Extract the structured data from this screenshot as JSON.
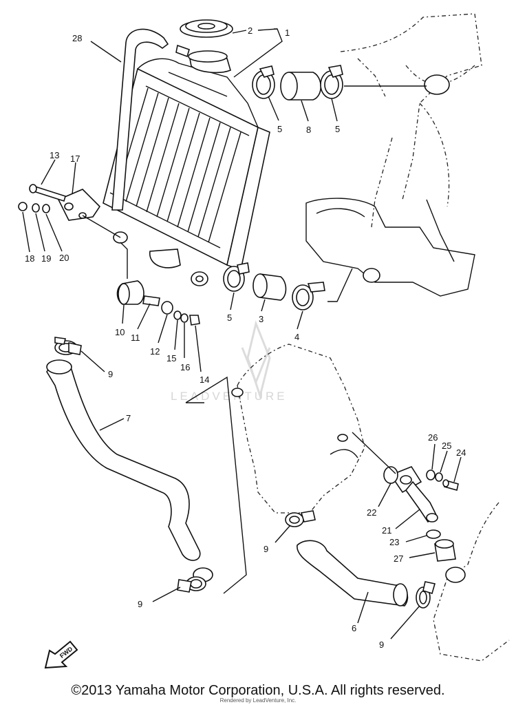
{
  "diagram": {
    "callouts": [
      {
        "id": "c28",
        "text": "28"
      },
      {
        "id": "c2",
        "text": "2"
      },
      {
        "id": "c1",
        "text": "1"
      },
      {
        "id": "c5a",
        "text": "5"
      },
      {
        "id": "c8",
        "text": "8"
      },
      {
        "id": "c5b",
        "text": "5"
      },
      {
        "id": "c13",
        "text": "13"
      },
      {
        "id": "c17",
        "text": "17"
      },
      {
        "id": "c18",
        "text": "18"
      },
      {
        "id": "c19",
        "text": "19"
      },
      {
        "id": "c20",
        "text": "20"
      },
      {
        "id": "c5c",
        "text": "5"
      },
      {
        "id": "c3",
        "text": "3"
      },
      {
        "id": "c4",
        "text": "4"
      },
      {
        "id": "c10",
        "text": "10"
      },
      {
        "id": "c11",
        "text": "11"
      },
      {
        "id": "c12",
        "text": "12"
      },
      {
        "id": "c15",
        "text": "15"
      },
      {
        "id": "c16",
        "text": "16"
      },
      {
        "id": "c14",
        "text": "14"
      },
      {
        "id": "c9a",
        "text": "9"
      },
      {
        "id": "c7",
        "text": "7"
      },
      {
        "id": "c26",
        "text": "26"
      },
      {
        "id": "c25",
        "text": "25"
      },
      {
        "id": "c24",
        "text": "24"
      },
      {
        "id": "c22",
        "text": "22"
      },
      {
        "id": "c21",
        "text": "21"
      },
      {
        "id": "c23",
        "text": "23"
      },
      {
        "id": "c27",
        "text": "27"
      },
      {
        "id": "c9b",
        "text": "9"
      },
      {
        "id": "c9c",
        "text": "9"
      },
      {
        "id": "c6",
        "text": "6"
      },
      {
        "id": "c9d",
        "text": "9"
      }
    ],
    "watermark": "LEADVENTURE",
    "fwd_label": "FWD"
  },
  "footer": {
    "copyright": "©2013 Yamaha Motor Corporation, U.S.A. All rights reserved.",
    "credit": "Rendered by LeadVenture, Inc."
  }
}
